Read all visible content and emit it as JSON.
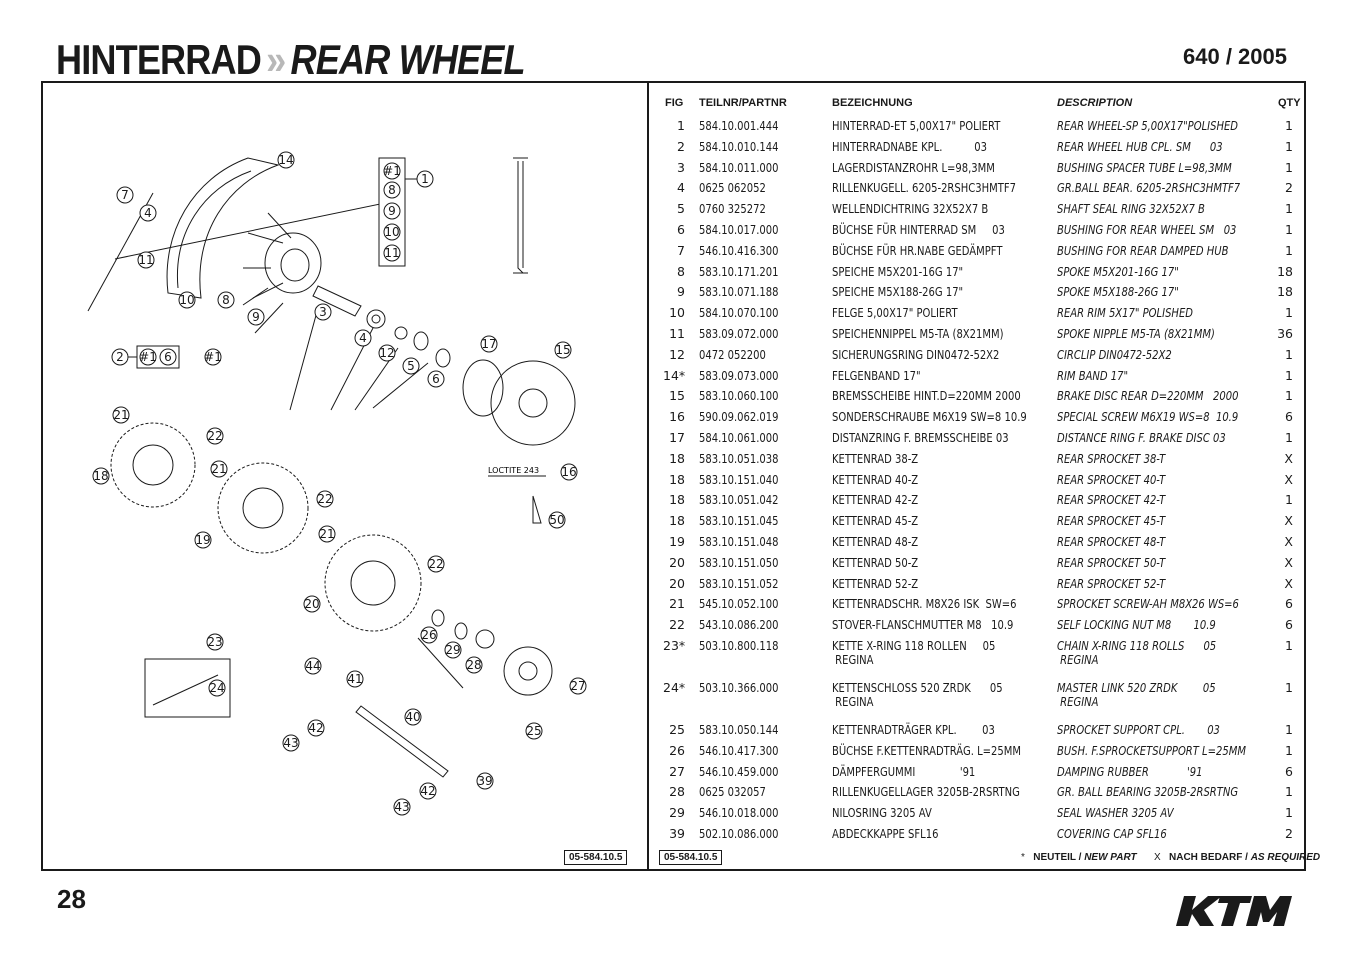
{
  "header": {
    "title_de": "HINTERRAD",
    "arrows": "»",
    "title_en": "REAR WHEEL",
    "model": "640 / 2005"
  },
  "table": {
    "columns": {
      "fig": "FIG",
      "partnr": "TEILNR/PARTNR",
      "de": "BEZEICHNUNG",
      "en": "DESCRIPTION",
      "qty": "QTY"
    },
    "rows": [
      {
        "fig": "1",
        "partnr": "584.10.001.444",
        "de": "HINTERRAD-ET 5,00X17\" POLIERT",
        "en": "REAR WHEEL-SP 5,00X17\"POLISHED",
        "qty": "1"
      },
      {
        "fig": "2",
        "partnr": "584.10.010.144",
        "de": "HINTERRADNABE KPL.          03",
        "en": "REAR WHEEL HUB CPL. SM      03",
        "qty": "1"
      },
      {
        "fig": "3",
        "partnr": "584.10.011.000",
        "de": "LAGERDISTANZROHR L=98,3MM",
        "en": "BUSHING SPACER TUBE L=98,3MM",
        "qty": "1"
      },
      {
        "fig": "4",
        "partnr": "0625 062052",
        "de": "RILLENKUGELL. 6205-2RSHC3HMTF7",
        "en": "GR.BALL BEAR. 6205-2RSHC3HMTF7",
        "qty": "2"
      },
      {
        "fig": "5",
        "partnr": "0760 325272",
        "de": "WELLENDICHTRING 32X52X7 B",
        "en": "SHAFT SEAL RING 32X52X7 B",
        "qty": "1"
      },
      {
        "fig": "6",
        "partnr": "584.10.017.000",
        "de": "BÜCHSE FÜR HINTERRAD SM     03",
        "en": "BUSHING FOR REAR WHEEL SM   03",
        "qty": "1"
      },
      {
        "fig": "7",
        "partnr": "546.10.416.300",
        "de": "BÜCHSE FÜR HR.NABE GEDÄMPFT",
        "en": "BUSHING FOR REAR DAMPED HUB",
        "qty": "1"
      },
      {
        "fig": "8",
        "partnr": "583.10.171.201",
        "de": "SPEICHE M5X201-16G 17\"",
        "en": "SPOKE M5X201-16G 17\"",
        "qty": "18"
      },
      {
        "fig": "9",
        "partnr": "583.10.071.188",
        "de": "SPEICHE M5X188-26G 17\"",
        "en": "SPOKE M5X188-26G 17\"",
        "qty": "18"
      },
      {
        "fig": "10",
        "partnr": "584.10.070.100",
        "de": "FELGE 5,00X17\" POLIERT",
        "en": "REAR RIM 5X17\" POLISHED",
        "qty": "1"
      },
      {
        "fig": "11",
        "partnr": "583.09.072.000",
        "de": "SPEICHENNIPPEL M5-TA (8X21MM)",
        "en": "SPOKE NIPPLE M5-TA (8X21MM)",
        "qty": "36"
      },
      {
        "fig": "12",
        "partnr": "0472 052200",
        "de": "SICHERUNGSRING DIN0472-52X2",
        "en": "CIRCLIP DIN0472-52X2",
        "qty": "1"
      },
      {
        "fig": "14*",
        "partnr": "583.09.073.000",
        "de": "FELGENBAND 17\"",
        "en": "RIM BAND 17\"",
        "qty": "1"
      },
      {
        "fig": "15",
        "partnr": "583.10.060.100",
        "de": "BREMSSCHEIBE HINT.D=220MM 2000",
        "en": "BRAKE DISC REAR D=220MM   2000",
        "qty": "1"
      },
      {
        "fig": "16",
        "partnr": "590.09.062.019",
        "de": "SONDERSCHRAUBE M6X19 SW=8 10.9",
        "en": "SPECIAL SCREW M6X19 WS=8  10.9",
        "qty": "6"
      },
      {
        "fig": "17",
        "partnr": "584.10.061.000",
        "de": "DISTANZRING F. BREMSSCHEIBE 03",
        "en": "DISTANCE RING F. BRAKE DISC 03",
        "qty": "1"
      },
      {
        "fig": "18",
        "partnr": "583.10.051.038",
        "de": "KETTENRAD 38-Z",
        "en": "REAR SPROCKET 38-T",
        "qty": "X"
      },
      {
        "fig": "18",
        "partnr": "583.10.151.040",
        "de": "KETTENRAD 40-Z",
        "en": "REAR SPROCKET 40-T",
        "qty": "X"
      },
      {
        "fig": "18",
        "partnr": "583.10.051.042",
        "de": "KETTENRAD 42-Z",
        "en": "REAR SPROCKET 42-T",
        "qty": "1"
      },
      {
        "fig": "18",
        "partnr": "583.10.151.045",
        "de": "KETTENRAD 45-Z",
        "en": "REAR SPROCKET 45-T",
        "qty": "X"
      },
      {
        "fig": "19",
        "partnr": "583.10.151.048",
        "de": "KETTENRAD 48-Z",
        "en": "REAR SPROCKET 48-T",
        "qty": "X"
      },
      {
        "fig": "20",
        "partnr": "583.10.151.050",
        "de": "KETTENRAD 50-Z",
        "en": "REAR SPROCKET 50-T",
        "qty": "X"
      },
      {
        "fig": "20",
        "partnr": "583.10.151.052",
        "de": "KETTENRAD 52-Z",
        "en": "REAR SPROCKET 52-T",
        "qty": "X"
      },
      {
        "fig": "21",
        "partnr": "545.10.052.100",
        "de": "KETTENRADSCHR. M8X26 ISK  SW=6",
        "en": "SPROCKET SCREW-AH M8X26 WS=6",
        "qty": "6"
      },
      {
        "fig": "22",
        "partnr": "543.10.086.200",
        "de": "STOVER-FLANSCHMUTTER M8   10.9",
        "en": "SELF LOCKING NUT M8       10.9",
        "qty": "6"
      },
      {
        "fig": "23*",
        "partnr": "503.10.800.118",
        "de": "KETTE X-RING 118 ROLLEN     05\n REGINA",
        "en": "CHAIN X-RING 118 ROLLS      05\n REGINA",
        "qty": "1"
      },
      {
        "fig": "24*",
        "partnr": "503.10.366.000",
        "de": "KETTENSCHLOSS 520 ZRDK      05\n REGINA",
        "en": "MASTER LINK 520 ZRDK        05\n REGINA",
        "qty": "1"
      },
      {
        "fig": "25",
        "partnr": "583.10.050.144",
        "de": "KETTENRADTRÄGER KPL.        03",
        "en": "SPROCKET SUPPORT CPL.       03",
        "qty": "1"
      },
      {
        "fig": "26",
        "partnr": "546.10.417.300",
        "de": "BÜCHSE F.KETTENRADTRÄG. L=25MM",
        "en": "BUSH. F.SPROCKETSUPPORT L=25MM",
        "qty": "1"
      },
      {
        "fig": "27",
        "partnr": "546.10.459.000",
        "de": "DÄMPFERGUMMI              '91",
        "en": "DAMPING RUBBER            '91",
        "qty": "6"
      },
      {
        "fig": "28",
        "partnr": "0625 032057",
        "de": "RILLENKUGELLAGER 3205B-2RSRTNG",
        "en": "GR. BALL BEARING 3205B-2RSRTNG",
        "qty": "1"
      },
      {
        "fig": "29",
        "partnr": "546.10.018.000",
        "de": "NILOSRING 3205 AV",
        "en": "SEAL WASHER 3205 AV",
        "qty": "1"
      },
      {
        "fig": "39",
        "partnr": "502.10.086.000",
        "de": "ABDECKKAPPE SFL16",
        "en": "COVERING CAP SFL16",
        "qty": "2"
      }
    ]
  },
  "footer": {
    "docnum_left": "05-584.10.5",
    "docnum_right": "05-584.10.5",
    "legend_new_symbol": "*",
    "legend_new_de": "NEUTEIL /",
    "legend_new_en": "NEW PART",
    "legend_req_symbol": "X",
    "legend_req_de": "NACH BEDARF /",
    "legend_req_en": "AS REQUIRED",
    "page_number": "28",
    "brand_logo": "KTM"
  },
  "diagram": {
    "loctite_label": "LOCTITE 243",
    "set_box_top": [
      "#1",
      "8",
      "9",
      "10",
      "11"
    ],
    "set_box_top_ref": "1",
    "set_box_left_ref": "2",
    "set_box_left": [
      "#1",
      "6"
    ],
    "hash_label": "#1",
    "callouts": [
      "14",
      "7",
      "4",
      "11",
      "10",
      "8",
      "9",
      "3",
      "4",
      "12",
      "5",
      "6",
      "17",
      "15",
      "21",
      "22",
      "18",
      "21",
      "22",
      "19",
      "21",
      "22",
      "20",
      "16",
      "50",
      "23",
      "24",
      "44",
      "41",
      "42",
      "43",
      "40",
      "26",
      "29",
      "28",
      "27",
      "25",
      "39",
      "42",
      "43"
    ]
  }
}
